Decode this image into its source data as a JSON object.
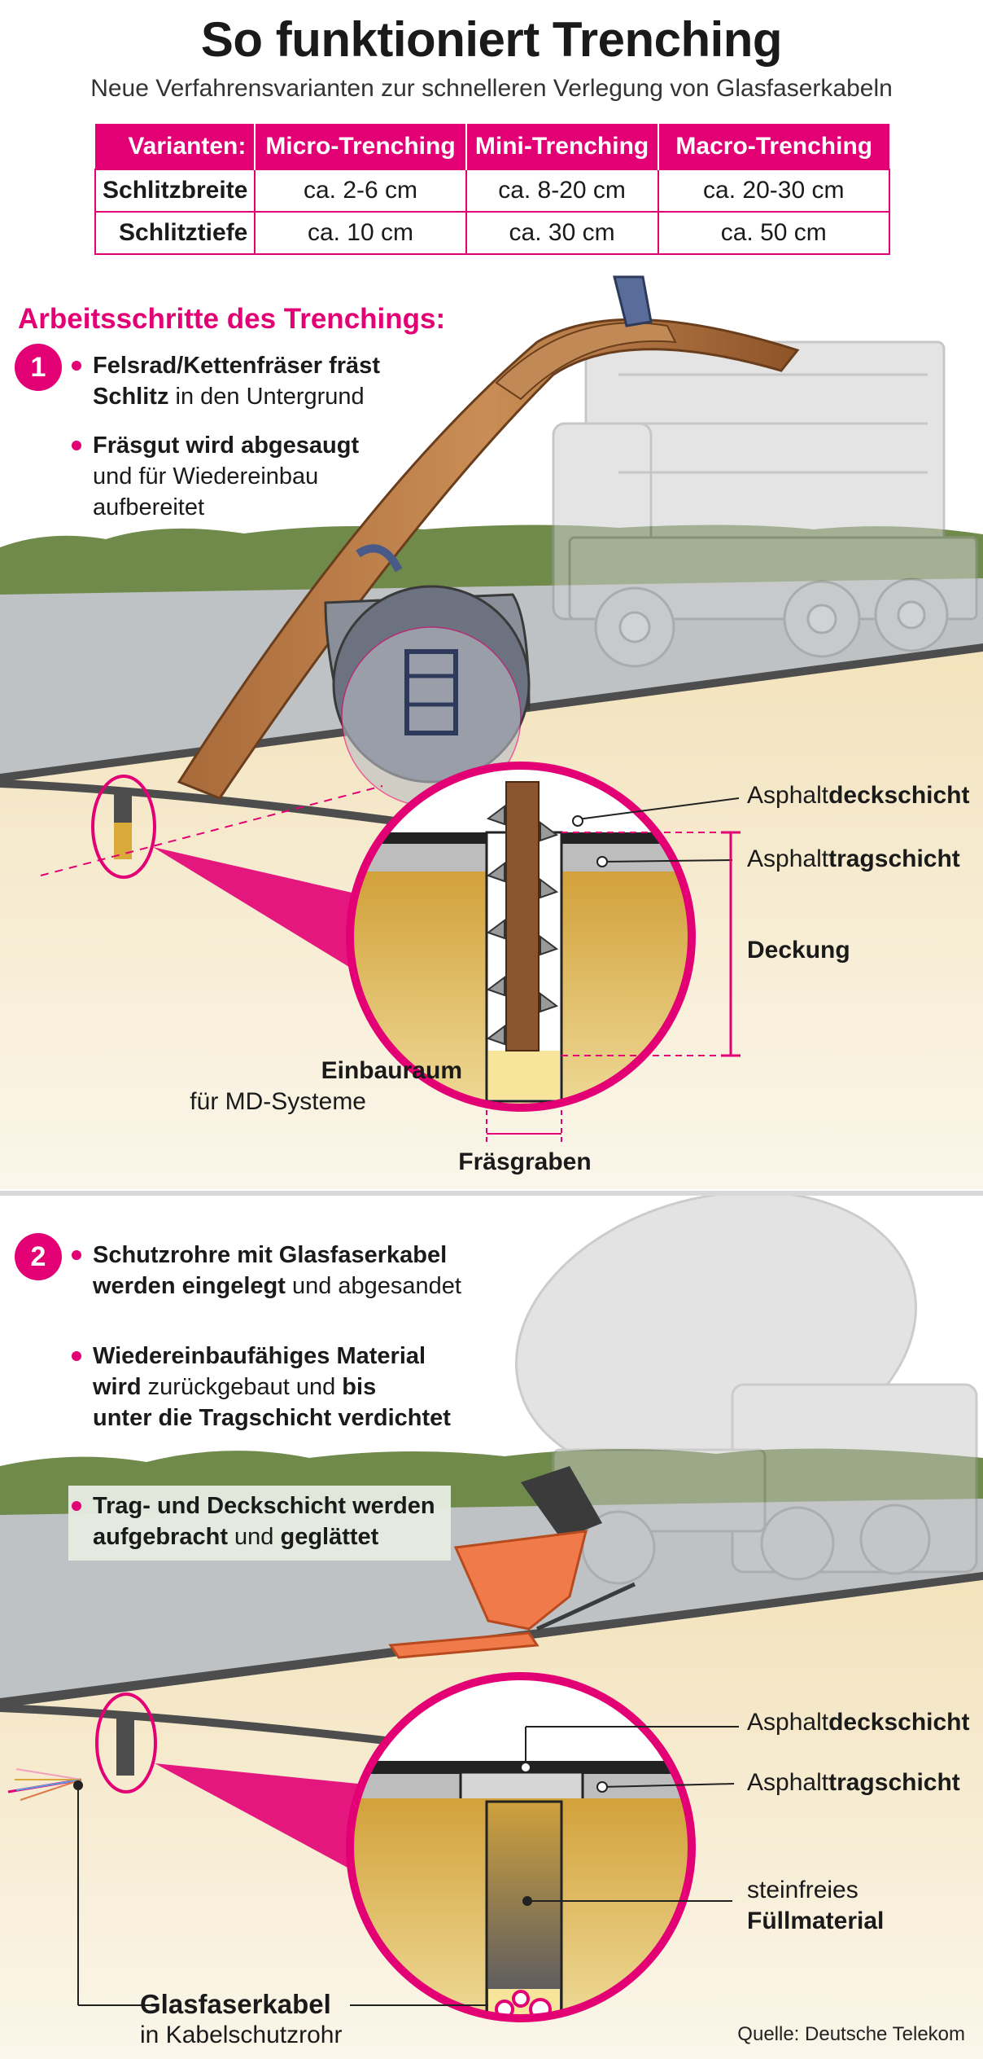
{
  "title": "So funktioniert Trenching",
  "subtitle": "Neue Verfahrensvarianten zur schnelleren Verlegung von Glasfaserkabeln",
  "table": {
    "header": [
      "Varianten:",
      "Micro-Trenching",
      "Mini-Trenching",
      "Macro-Trenching"
    ],
    "rows": [
      [
        "Schlitzbreite",
        "ca. 2-6 cm",
        "ca. 8-20 cm",
        "ca. 20-30 cm"
      ],
      [
        "Schlitztiefe",
        "ca. 10 cm",
        "ca. 30 cm",
        "ca. 50 cm"
      ]
    ]
  },
  "steps_heading": "Arbeitsschritte des Trenchings:",
  "step1": {
    "number": "1",
    "b1_bold1": "Felsrad/Kettenfräser fräst",
    "b1_bold2": "Schlitz",
    "b1_rest": " in den Untergrund",
    "b2_bold": "Fräsgut wird abgesaugt",
    "b2_line2": "und für Wiedereinbau",
    "b2_line3": "aufbereitet"
  },
  "diagram1": {
    "deck_pre": "Asphalt",
    "deck_bold": "deckschicht",
    "trag_pre": "Asphalt",
    "trag_bold": "tragschicht",
    "deckung": "Deckung",
    "einbau": "Einbauraum",
    "einbau_sub": "für MD-Systeme",
    "fraesgraben": "Fräsgraben"
  },
  "step2": {
    "number": "2",
    "b1_bold1": "Schutzrohre mit Glasfaserkabel",
    "b1_bold2": "werden eingelegt",
    "b1_rest": " und abgesandet",
    "b2_bold1": "Wiedereinbaufähiges Material",
    "b2_bold2": "wird",
    "b2_mid": " zurückgebaut und ",
    "b2_bold3": "bis",
    "b2_bold4": "unter die Tragschicht verdichtet",
    "b3_bold1": "Trag- und Deckschicht werden",
    "b3_bold2": "aufgebracht",
    "b3_mid": " und ",
    "b3_bold3": "geglättet"
  },
  "diagram2": {
    "deck_pre": "Asphalt",
    "deck_bold": "deckschicht",
    "trag_pre": "Asphalt",
    "trag_bold": "tragschicht",
    "fill_line1": "steinfreies",
    "fill_line2": "Füllmaterial",
    "cable": "Glasfaserkabel",
    "cable_sub": "in Kabelschutzrohr"
  },
  "source": "Quelle: Deutsche Telekom",
  "colors": {
    "magenta": "#e20074",
    "sand": "#d9a93a",
    "asphalt": "#555555",
    "grass": "#6f8a4a"
  }
}
